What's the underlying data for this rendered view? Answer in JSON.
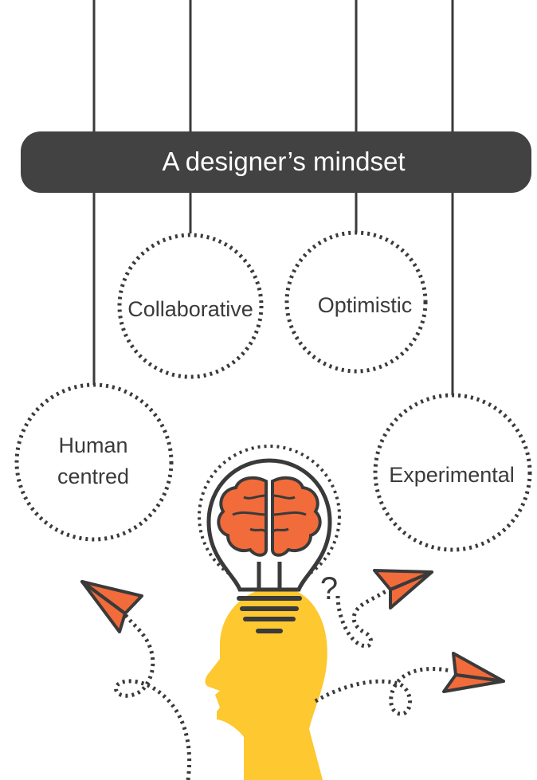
{
  "title": "A designer’s mindset",
  "traits": {
    "human_centred": [
      "Human",
      "centred"
    ],
    "collaborative": "Collaborative",
    "optimistic": "Optimistic",
    "experimental": "Experimental"
  },
  "question_mark": "?",
  "colors": {
    "banner": "#424242",
    "strings": "#3a3a3a",
    "dots": "#3a3a3a",
    "head": "#fdc830",
    "brain": "#f26b3a",
    "arrows": "#f26b3a"
  },
  "icons": [
    "lightbulb-icon",
    "brain-icon",
    "head-silhouette-icon",
    "paper-plane-icon"
  ]
}
